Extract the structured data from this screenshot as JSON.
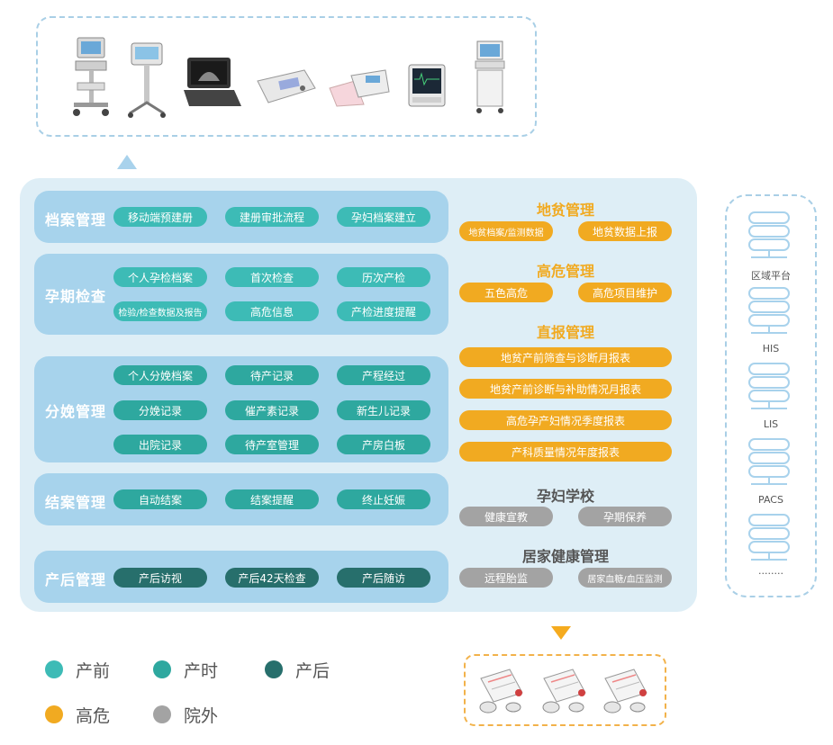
{
  "sections": {
    "archive": {
      "title": "档案管理",
      "items": [
        "移动端预建册",
        "建册审批流程",
        "孕妇档案建立"
      ]
    },
    "pregnancy": {
      "title": "孕期检查",
      "items": [
        "个人孕检档案",
        "首次检查",
        "历次产检",
        "检验/检查数据及报告",
        "高危信息",
        "产检进度提醒"
      ]
    },
    "delivery": {
      "title": "分娩管理",
      "items": [
        "个人分娩档案",
        "待产记录",
        "产程经过",
        "分娩记录",
        "催产素记录",
        "新生儿记录",
        "出院记录",
        "待产室管理",
        "产房白板"
      ]
    },
    "closing": {
      "title": "结案管理",
      "items": [
        "自动结案",
        "结案提醒",
        "终止妊娠"
      ]
    },
    "postpartum": {
      "title": "产后管理",
      "items": [
        "产后访视",
        "产后42天检查",
        "产后随访"
      ]
    }
  },
  "right": {
    "poverty": {
      "title": "地贫管理",
      "items": [
        "地贫档案/监测数据",
        "地贫数据上报"
      ]
    },
    "highrisk": {
      "title": "高危管理",
      "items": [
        "五色高危",
        "高危项目维护"
      ]
    },
    "report": {
      "title": "直报管理",
      "items": [
        "地贫产前筛查与诊断月报表",
        "地贫产前诊断与补助情况月报表",
        "高危孕产妇情况季度报表",
        "产科质量情况年度报表"
      ]
    },
    "school": {
      "title": "孕妇学校",
      "items": [
        "健康宣教",
        "孕期保养"
      ]
    },
    "home": {
      "title": "居家健康管理",
      "items": [
        "远程胎监",
        "居家血糖/血压监测"
      ]
    }
  },
  "servers": [
    "区域平台",
    "HIS",
    "LIS",
    "PACS",
    "........"
  ],
  "legend": [
    {
      "label": "产前",
      "color": "#3dbbb6"
    },
    {
      "label": "产时",
      "color": "#2ea89f"
    },
    {
      "label": "产后",
      "color": "#276f6c"
    },
    {
      "label": "高危",
      "color": "#f1aa21"
    },
    {
      "label": "院外",
      "color": "#a3a3a3"
    }
  ],
  "colors": {
    "accent": "#f1aa21",
    "panel": "#deeef6",
    "section": "#a7d3ec",
    "muted_title": "#555555"
  }
}
